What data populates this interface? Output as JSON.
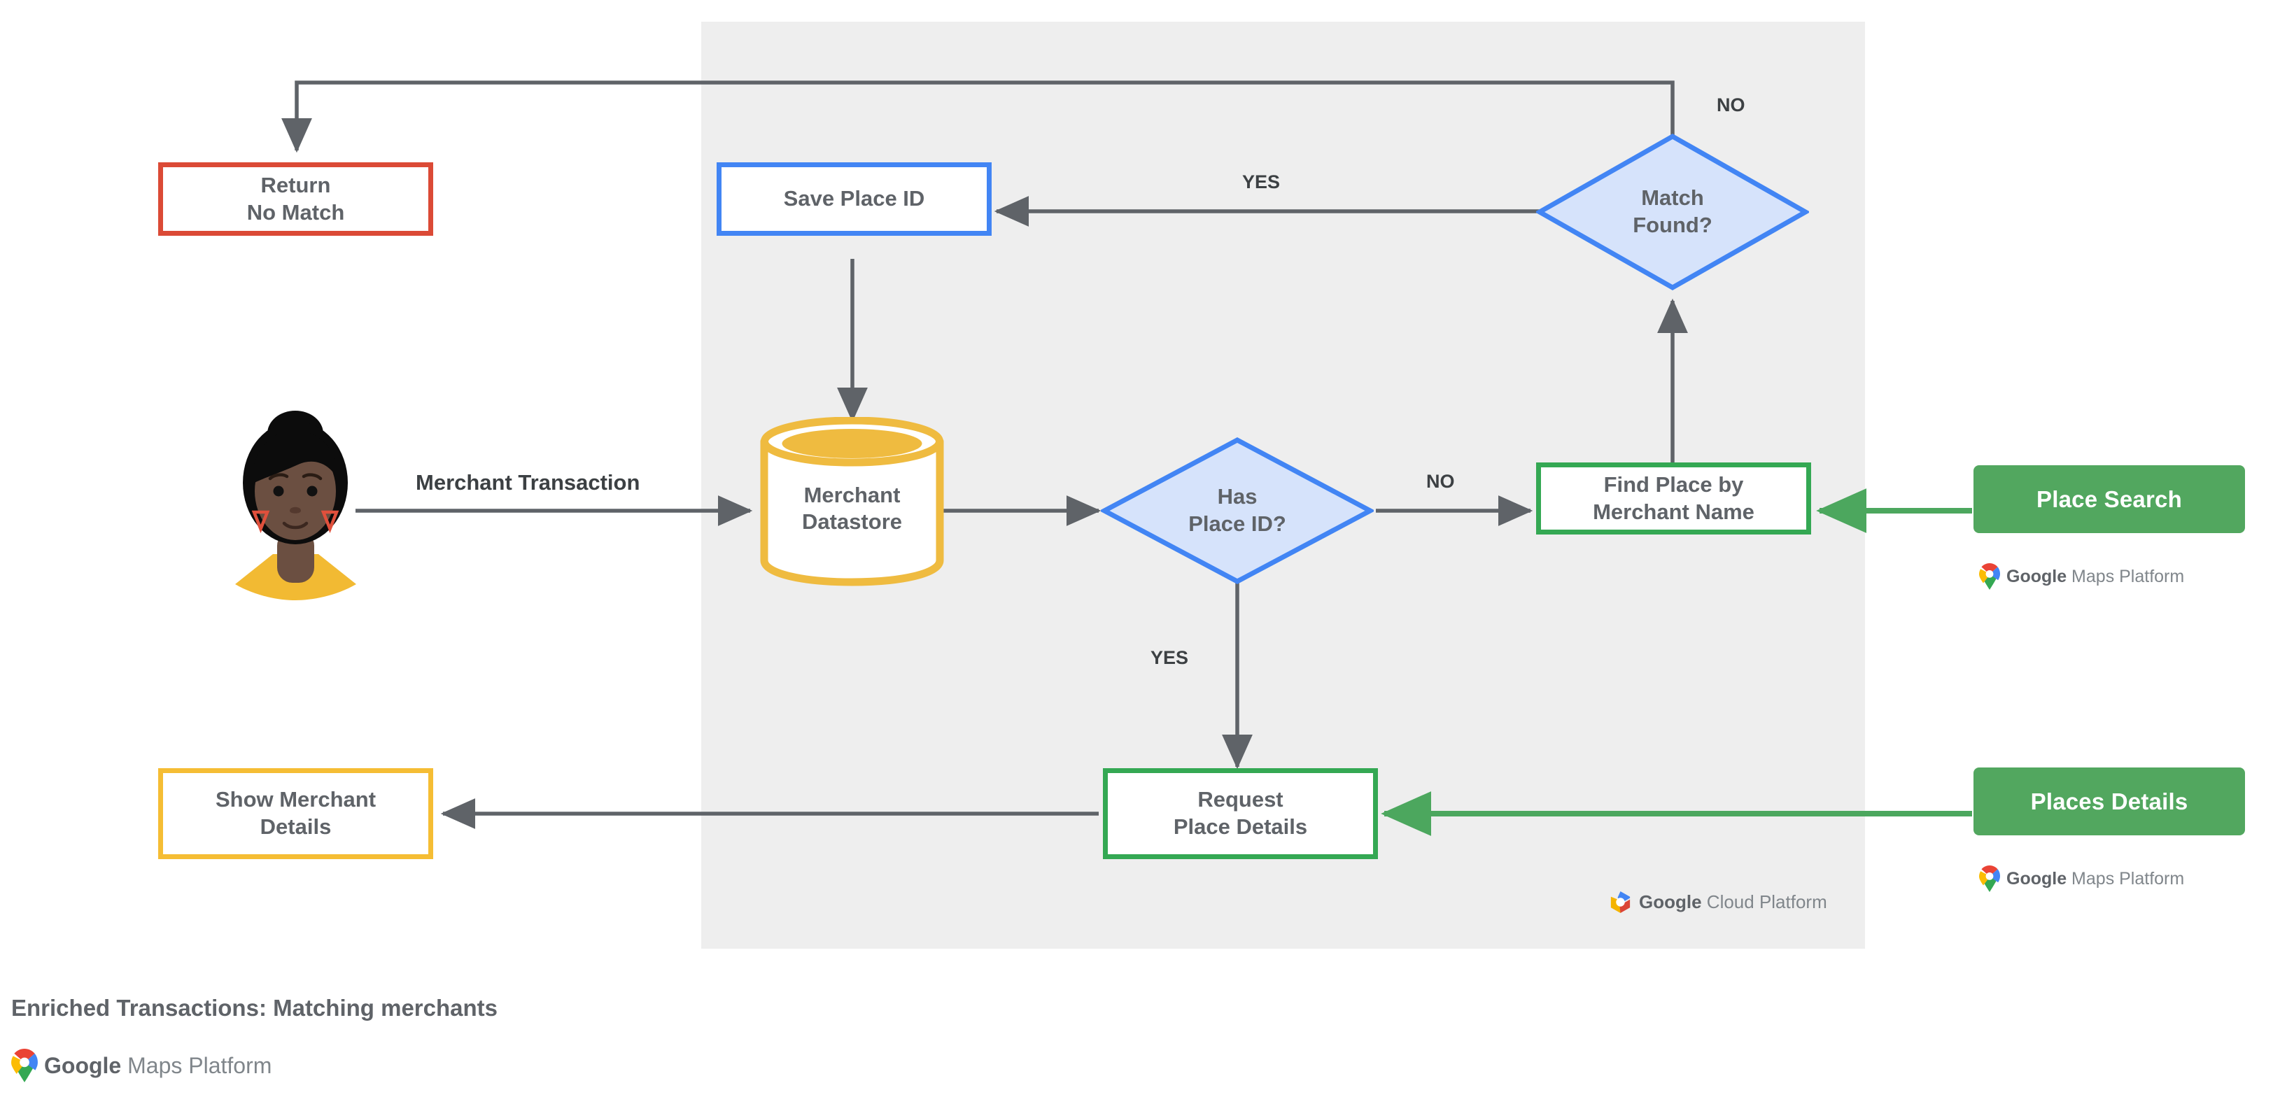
{
  "caption": "Enriched Transactions: Matching merchants",
  "brand": {
    "maps_platform_bold": "Google",
    "maps_platform_light": " Maps Platform",
    "cloud_platform_bold": "Google",
    "cloud_platform_light": " Cloud Platform"
  },
  "colors": {
    "panel": "#eeeeee",
    "red": "#DB4A36",
    "blue": "#4285F4",
    "blue_fill": "#D6E3FB",
    "green": "#34A853",
    "green_chip": "#52A75F",
    "yellow": "#F5BD34",
    "connector": "#5f6368",
    "text": "#5f6368"
  },
  "nodes": {
    "return_no_match": {
      "label": "Return\nNo Match",
      "shape": "process",
      "accent": "red"
    },
    "save_place_id": {
      "label": "Save Place ID",
      "shape": "process",
      "accent": "blue"
    },
    "match_found": {
      "label": "Match\nFound?",
      "shape": "decision",
      "accent": "blue"
    },
    "merchant_datastore": {
      "label": "Merchant\nDatastore",
      "shape": "datastore",
      "accent": "yellow"
    },
    "has_place_id": {
      "label": "Has\nPlace ID?",
      "shape": "decision",
      "accent": "blue"
    },
    "find_place": {
      "label": "Find Place by\nMerchant Name",
      "shape": "process",
      "accent": "green"
    },
    "request_place_details": {
      "label": "Request\nPlace Details",
      "shape": "process",
      "accent": "green"
    },
    "show_merchant_details": {
      "label": "Show Merchant\nDetails",
      "shape": "process",
      "accent": "yellow"
    },
    "place_search": {
      "label": "Place Search",
      "shape": "product-chip",
      "accent": "green"
    },
    "places_details": {
      "label": "Places Details",
      "shape": "product-chip",
      "accent": "green"
    }
  },
  "edges": {
    "merchant_transaction": "Merchant Transaction",
    "match_found_no": "NO",
    "match_found_yes": "YES",
    "has_place_id_no": "NO",
    "has_place_id_yes": "YES"
  },
  "actor": {
    "name": "merchant-customer-avatar"
  }
}
